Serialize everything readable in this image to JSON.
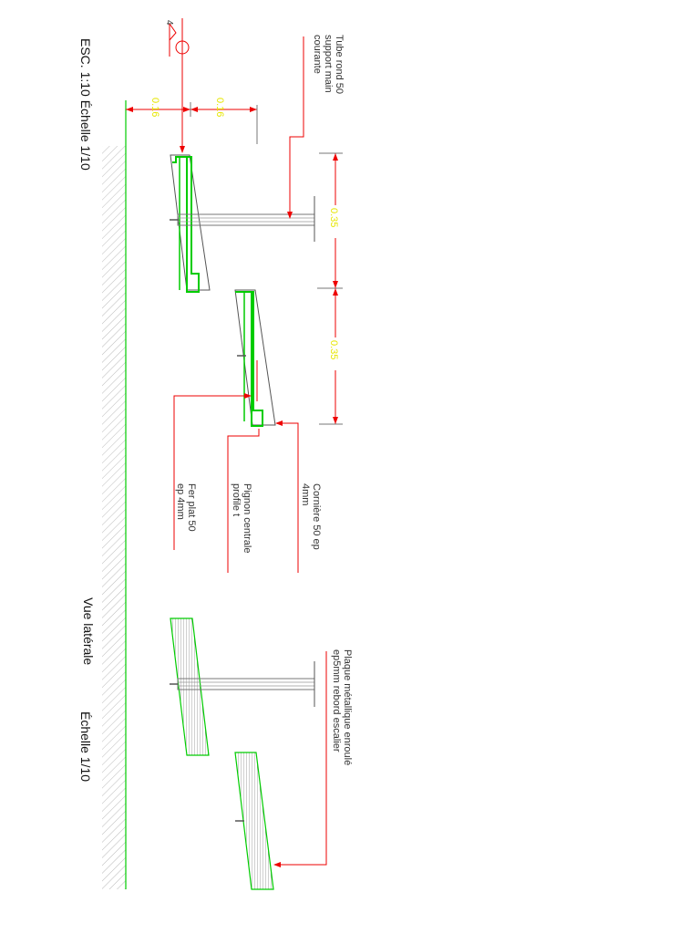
{
  "sheet": {
    "header_scale": "ESC. 1:10 Échelle 1/10",
    "view_title": "Vue latérale",
    "view_scale": "Échelle 1/10"
  },
  "annotations": {
    "tube": [
      "Tube rond 50",
      "support main",
      "courante"
    ],
    "corniere": [
      "Cornière 50 ep",
      "4mm"
    ],
    "pignon": [
      "Pignon centrale",
      "profile t"
    ],
    "fer_plat": [
      "Fer plat 50",
      "ep 4mm"
    ],
    "plaque": [
      "Plaque métallique enroulé",
      "ep5mm rebord escalier"
    ]
  },
  "dimensions": {
    "horizontal_left": "0.16",
    "horizontal_right": "0.16",
    "vertical_top": "0.35",
    "vertical_bottom": "0.35"
  },
  "colors": {
    "structure": "#00cc00",
    "leader": "#ee0000",
    "dimension_text": "#e6e600",
    "outline": "#555555"
  }
}
